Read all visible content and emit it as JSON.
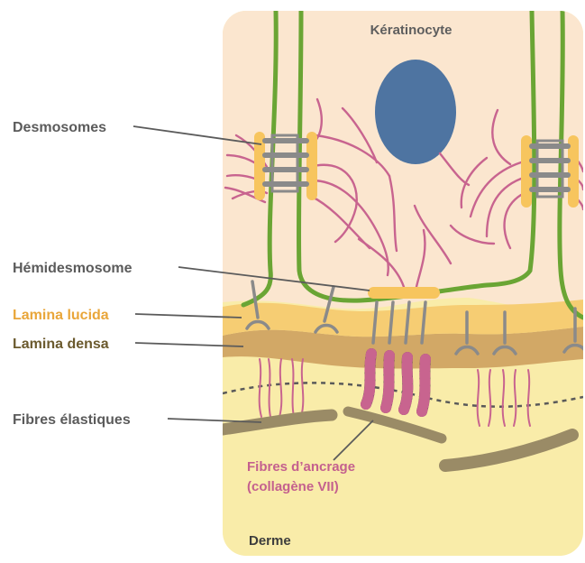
{
  "title": "Kératinocyte",
  "labels": {
    "desmosomes": "Desmosomes",
    "hemidesmosome": "Hémidesmosome",
    "lamina_lucida": "Lamina lucida",
    "lamina_densa": "Lamina densa",
    "fibres_elastiques": "Fibres élastiques",
    "fibres_ancrage_line1": "Fibres d’ancrage",
    "fibres_ancrage_line2": "(collagène VII)",
    "derme": "Derme"
  },
  "colors": {
    "cell_fill": "#fbe6cf",
    "membrane": "#6aa534",
    "nucleus": "#4e74a1",
    "filaments": "#c8648f",
    "plaque": "#f7c55e",
    "desmosome_bridge": "#8a8a8a",
    "lamina_lucida": "#f6cd73",
    "lamina_densa": "#d2a866",
    "dermis": "#f9eca9",
    "elastic_fibre": "#9a8b66",
    "anchor_fibre": "#6b4a5a",
    "text_dark": "#5b5b5b",
    "text_lucida": "#e9a63a",
    "text_densa": "#6b5a2e",
    "text_anchor": "#c4608e"
  }
}
